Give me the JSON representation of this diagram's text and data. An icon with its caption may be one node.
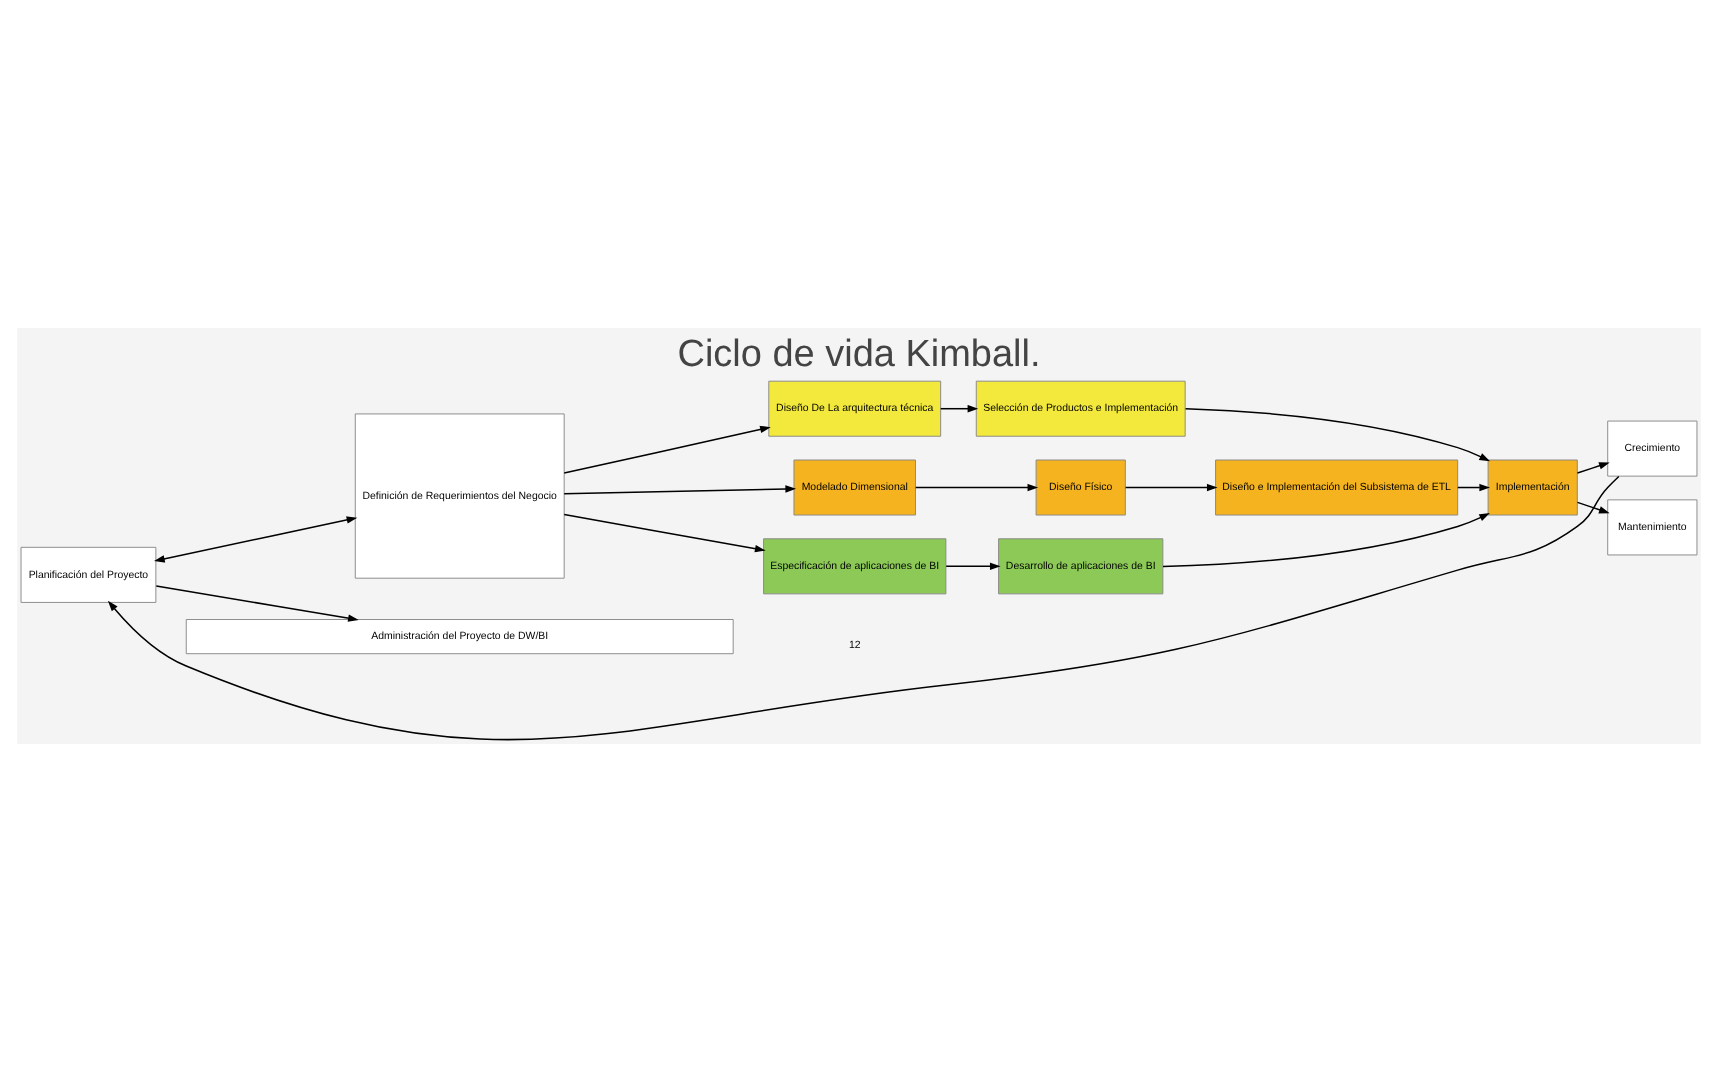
{
  "diagram": {
    "title": "Ciclo de vida Kimball.",
    "nodes": [
      {
        "text": [
          "Planificación del Proyecto"
        ]
      },
      {
        "text": [
          "Definición de Requerimientos del Negocio"
        ]
      },
      {
        "text": [
          "Diseño De La arquitectura técnica"
        ]
      },
      {
        "text": [
          "Selección de Productos e Implementación"
        ]
      },
      {
        "text": [
          "Modelado Dimensional"
        ]
      },
      {
        "text": [
          "Diseño Físico"
        ]
      },
      {
        "text": [
          "Diseño e Implementación del Subsistema de ETL"
        ]
      },
      {
        "text": [
          "Especificación de aplicaciones de BI"
        ]
      },
      {
        "text": [
          "Desarrollo de aplicaciones de BI"
        ]
      },
      {
        "text": [
          "Implementación"
        ]
      },
      {
        "text": [
          "Crecimiento"
        ]
      },
      {
        "text": [
          "Mantenimiento"
        ]
      },
      {
        "text": [
          "Administración del Proyecto de DW/BI"
        ]
      }
    ],
    "edges": [
      {
        "from": 10,
        "to": 0,
        "arrow": "to"
      },
      {
        "from": 0,
        "to": 1,
        "arrow": "both"
      },
      {
        "from": 0,
        "to": 12,
        "arrow": "to"
      },
      {
        "from": 1,
        "to": 2,
        "arrow": "to"
      },
      {
        "from": 1,
        "to": 4,
        "arrow": "to"
      },
      {
        "from": 1,
        "to": 7,
        "arrow": "to"
      },
      {
        "from": 2,
        "to": 3,
        "arrow": "to"
      },
      {
        "from": 4,
        "to": 5,
        "arrow": "to"
      },
      {
        "from": 5,
        "to": 6,
        "arrow": "to"
      },
      {
        "from": 7,
        "to": 8,
        "arrow": "to"
      },
      {
        "from": 3,
        "to": 9,
        "arrow": "to"
      },
      {
        "from": 6,
        "to": 9,
        "arrow": "to"
      },
      {
        "from": 8,
        "to": 9,
        "arrow": "to"
      },
      {
        "from": 9,
        "to": 10,
        "arrow": "to"
      },
      {
        "from": 9,
        "to": 11,
        "arrow": "to"
      }
    ],
    "labels": [
      "12"
    ]
  }
}
